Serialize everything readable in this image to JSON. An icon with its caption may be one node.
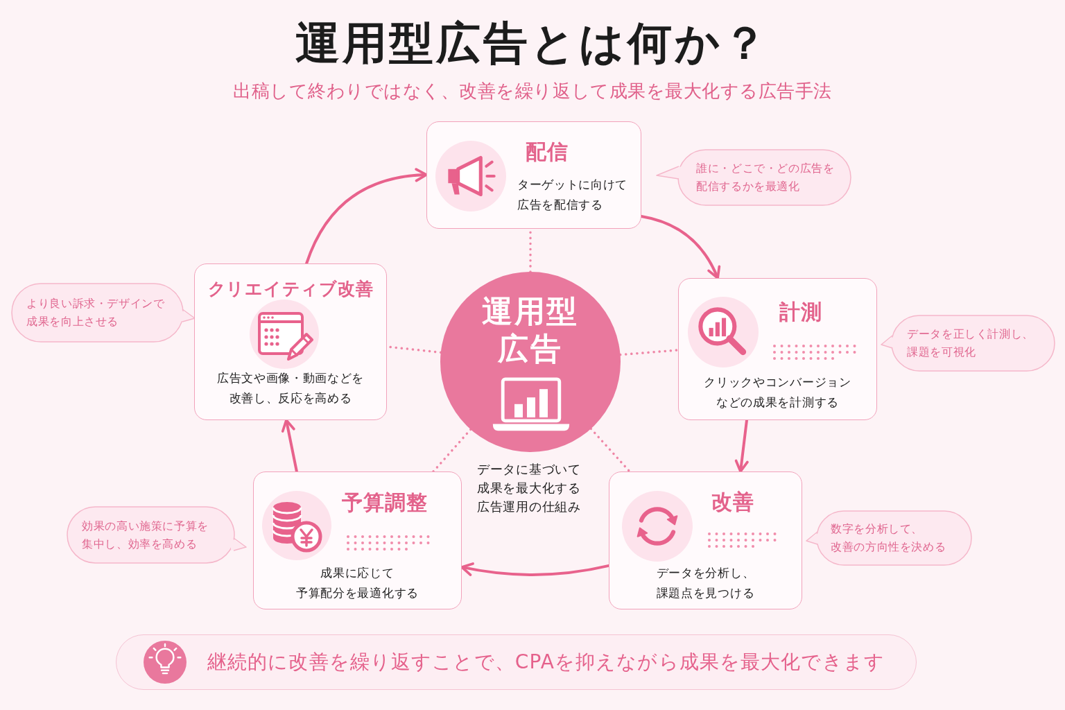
{
  "diagram": {
    "title": "運用型広告とは何か？",
    "nodes": [
      {
        "text": [
          "配信",
          "ターゲットに向けて広告を配信する"
        ]
      },
      {
        "text": [
          "誰に・どこで・どの広告を配信するかを最適化"
        ]
      },
      {
        "text": [
          "より良い訴求・デザインで成果を向上させる"
        ]
      },
      {
        "text": [
          "クリエイティブ改善",
          "広告文や画像・動画などを改善し、反応を高める"
        ]
      },
      {
        "text": [
          "運用型広告"
        ],
        "beside": [
          "データに基づいて成果を最大化する広告運用の仕組み"
        ]
      },
      {
        "text": [
          "計測",
          "クリックやコンバージョンなどの成果を計測する"
        ]
      },
      {
        "text": [
          "データを正しく計測し、課題を可視化"
        ]
      },
      {
        "text": [
          "効果の高い施策に予算を集中し、効率を高める"
        ]
      },
      {
        "text": [
          "予算調整",
          "成果に応じて予算配分を最適化する"
        ]
      },
      {
        "text": [
          "改善",
          "データを分析し、課題点を見つける"
        ]
      },
      {
        "text": [
          "数字を分析して、改善の方向性を決める"
        ]
      },
      {
        "text": [
          "継続的に改善を繰り返すことで、CPAを抑えながら成果を最大化できます"
        ]
      }
    ],
    "edges": [
      {
        "from": 3,
        "to": 0,
        "arrow": "to"
      },
      {
        "from": 0,
        "to": 5,
        "arrow": "to"
      },
      {
        "from": 5,
        "to": 9,
        "arrow": "to"
      },
      {
        "from": 9,
        "to": 8,
        "arrow": "to"
      },
      {
        "from": 8,
        "to": 3,
        "arrow": "to"
      },
      {
        "from": 4,
        "to": 0,
        "arrow": "none",
        "style": "dashed"
      },
      {
        "from": 4,
        "to": 3,
        "arrow": "none",
        "style": "dashed"
      },
      {
        "from": 4,
        "to": 5,
        "arrow": "none",
        "style": "dashed"
      },
      {
        "from": 4,
        "to": 8,
        "arrow": "none",
        "style": "dashed"
      },
      {
        "from": 4,
        "to": 9,
        "arrow": "none",
        "style": "dashed"
      }
    ],
    "labels": [
      "出稿して終わりではなく、改善を繰り返して成果を最大化する広告手法"
    ]
  }
}
